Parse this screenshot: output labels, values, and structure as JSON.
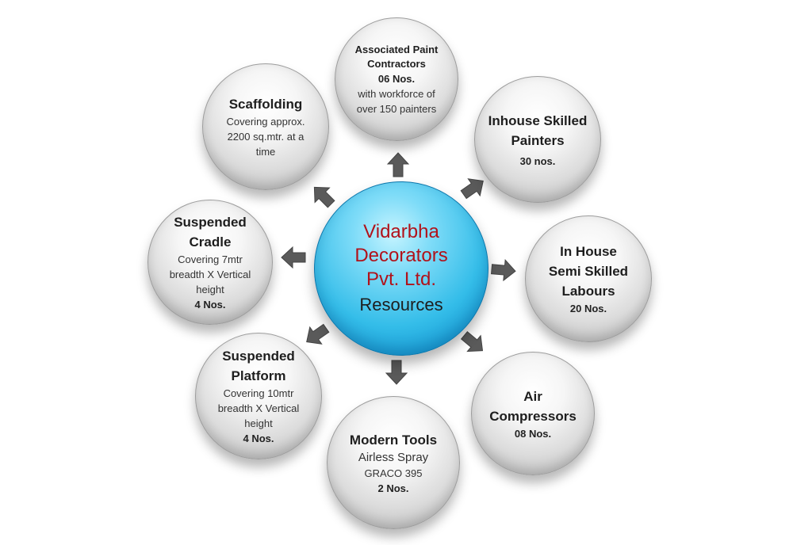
{
  "center": {
    "lines": [
      "Vidarbha",
      "Decorators",
      "Pvt. Ltd."
    ],
    "sub": "Resources",
    "colors": {
      "title": "#b1121a",
      "sub": "#1d1d1d",
      "sphere": "#34bde9"
    }
  },
  "nodes": {
    "associated": {
      "title1": "Associated Paint",
      "title2": "Contractors",
      "count": "06 Nos.",
      "desc1": "with workforce of",
      "desc2": "over 150 painters"
    },
    "inhouse_skilled": {
      "title1": "Inhouse Skilled",
      "title2": "Painters",
      "count": "30 nos."
    },
    "semi_skilled": {
      "title1": "In House",
      "title2": "Semi Skilled",
      "title3": "Labours",
      "count": "20 Nos."
    },
    "air": {
      "title1": "Air",
      "title2": "Compressors",
      "count": "08 Nos."
    },
    "modern_tools": {
      "title": "Modern Tools",
      "desc1": "Airless Spray",
      "desc2": "GRACO 395",
      "count": "2 Nos."
    },
    "platform": {
      "title1": "Suspended",
      "title2": "Platform",
      "desc1": "Covering  10mtr",
      "desc2": "breadth X Vertical",
      "desc3": "height",
      "count": "4 Nos."
    },
    "cradle": {
      "title1": "Suspended",
      "title2": "Cradle",
      "desc1": "Covering  7mtr",
      "desc2": "breadth X Vertical",
      "desc3": "height",
      "count": "4 Nos."
    },
    "scaffolding": {
      "title": "Scaffolding",
      "desc1": "Covering approx.",
      "desc2": "2200 sq.mtr. at a",
      "desc3": "time"
    }
  },
  "arrow_icon": "block-arrow-icon",
  "arrow_color": "#5a5a5a"
}
